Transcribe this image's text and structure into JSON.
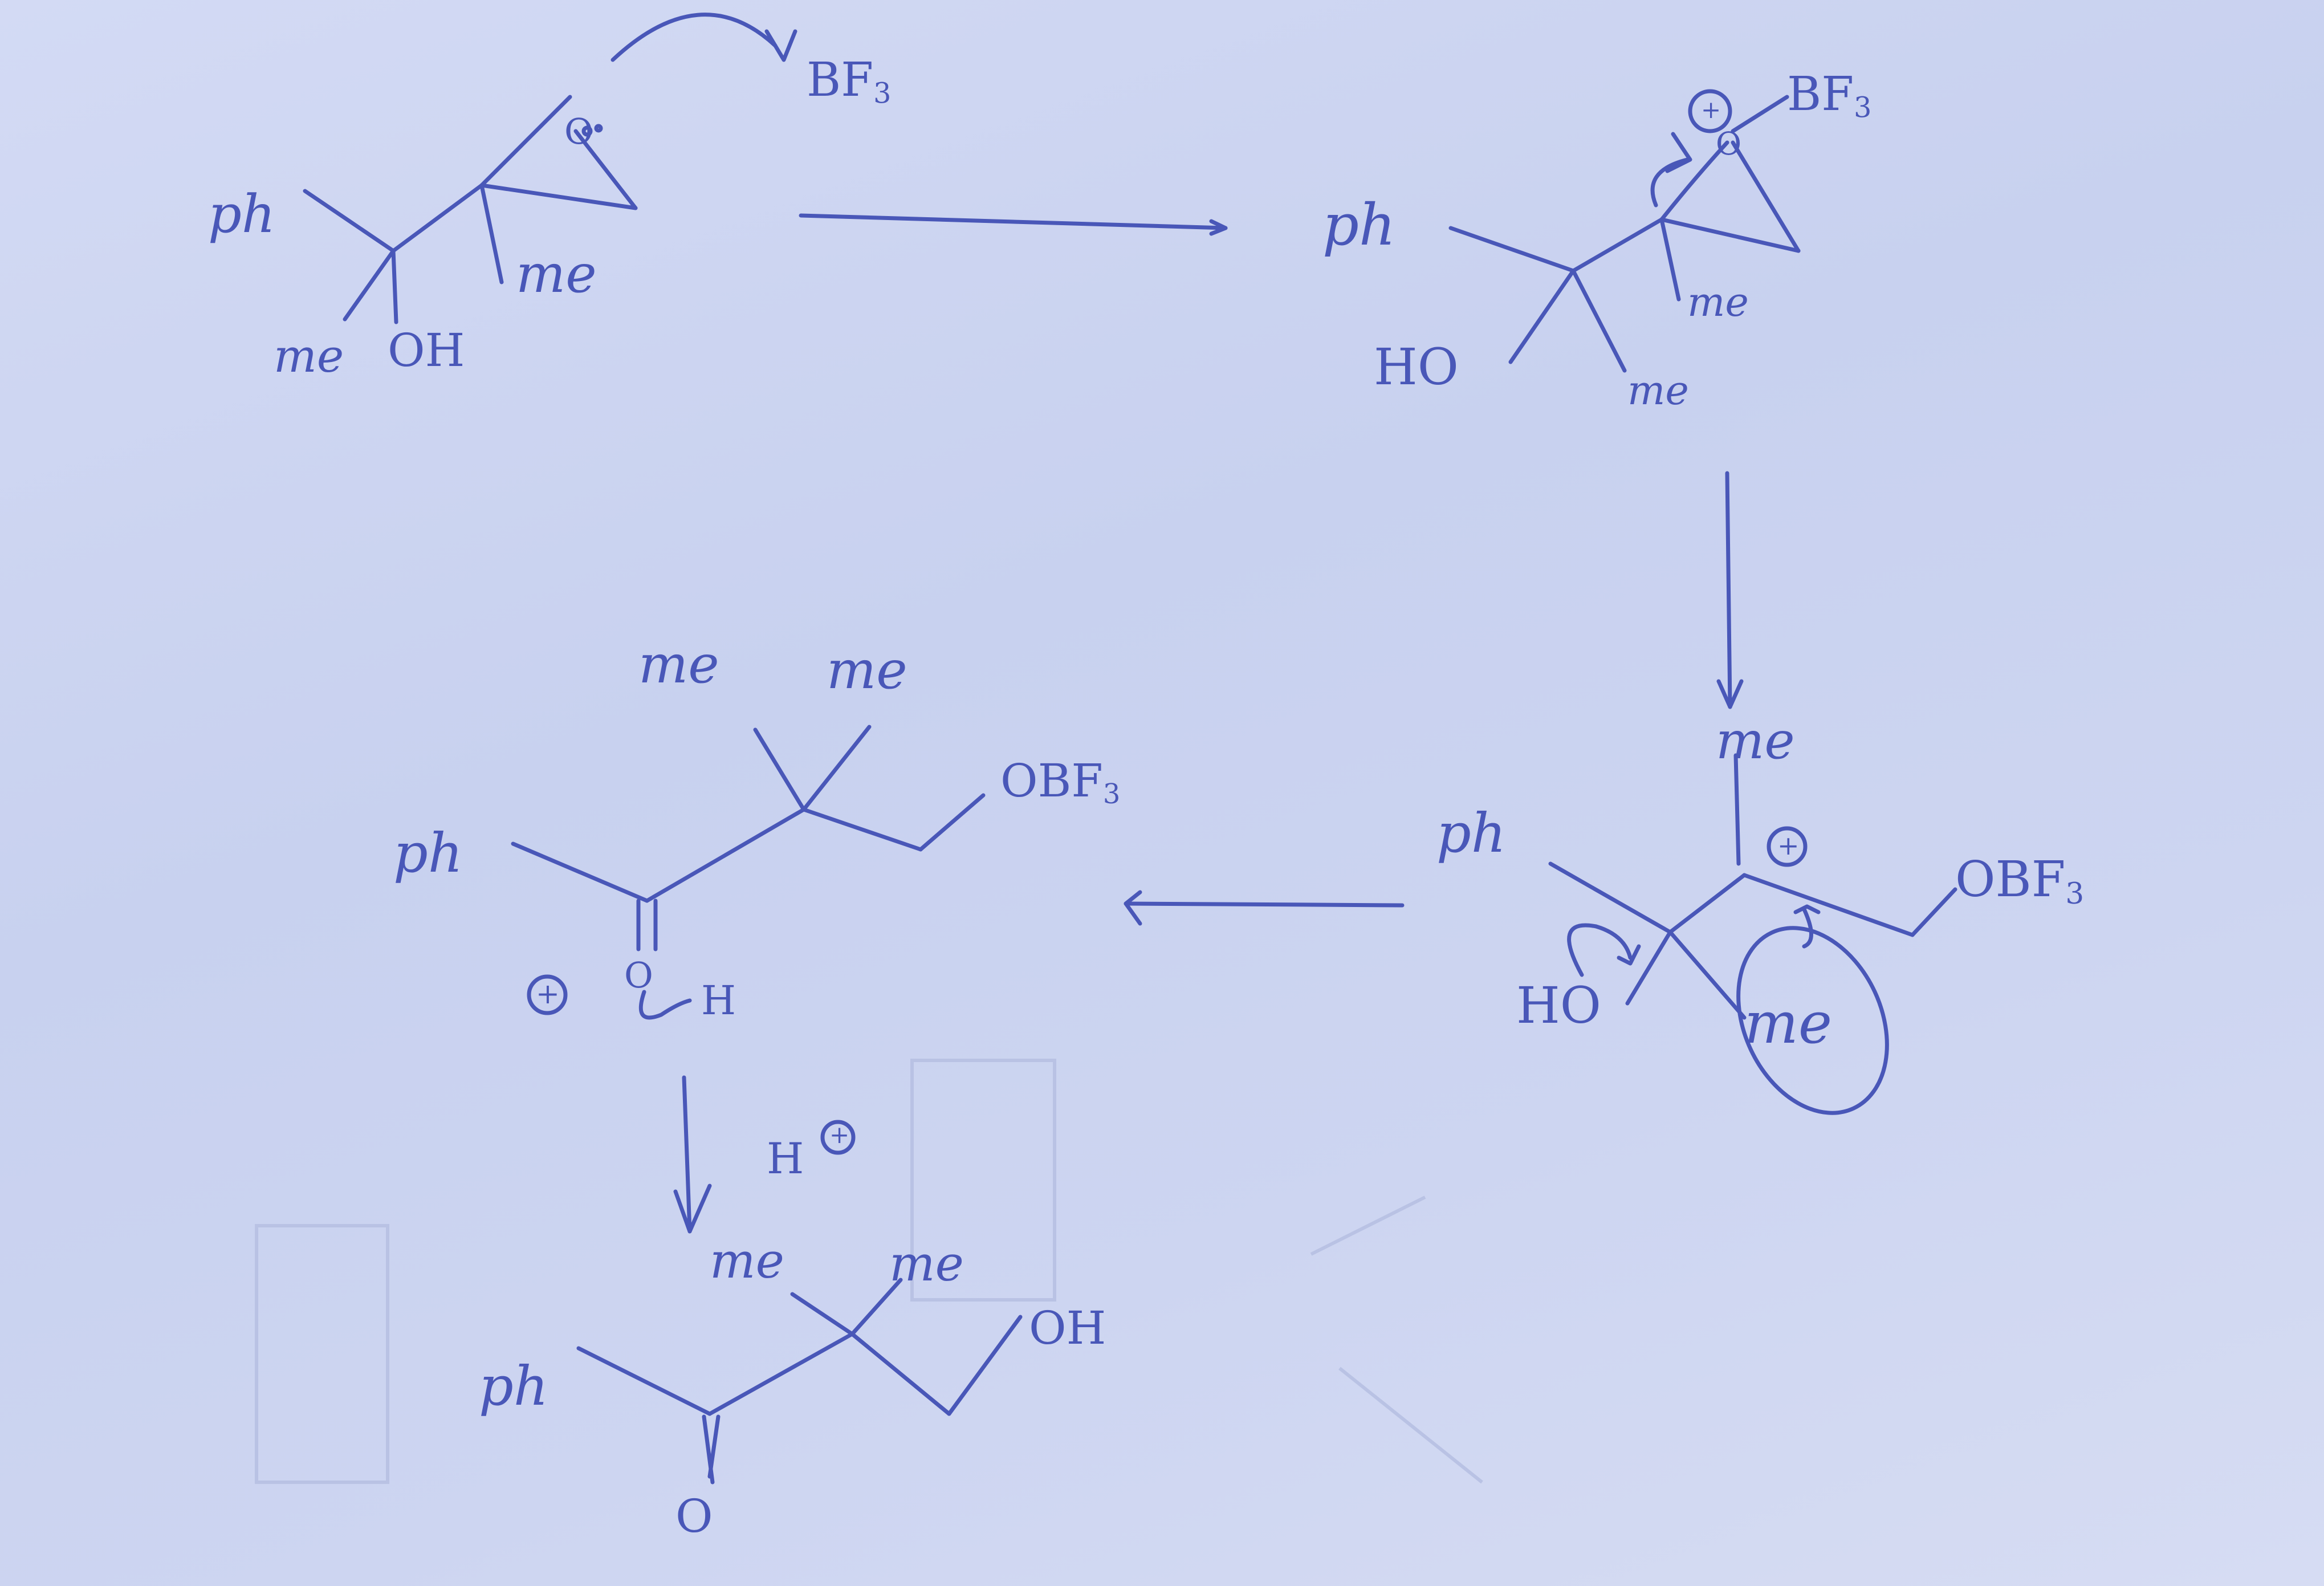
{
  "diagram": {
    "title": "BF3-catalysed epoxide opening / pinacol-type methyl shift mechanism",
    "ink_color": "#4957b8",
    "paper_color": "#c9d2f0",
    "steps": [
      {
        "id": "step1",
        "description": "Starting epoxy alcohol; epoxide oxygen lone pair attacks BF3",
        "labels": {
          "ph": "ph",
          "me_1": "me",
          "me_2": "me",
          "oh": "OH",
          "o": "O",
          "reagent": "BF3"
        }
      },
      {
        "id": "step2",
        "description": "Oxonium-BF3 complex; epoxide C-O bond breaks",
        "labels": {
          "ph": "ph",
          "ho": "HO",
          "me_1": "me",
          "me_2": "me",
          "o": "O",
          "charge": "+",
          "reagent": "BF3"
        }
      },
      {
        "id": "step3",
        "description": "Tertiary carbocation; 1,2-methyl shift (circled me) with OH lone pair assistance",
        "labels": {
          "ph": "ph",
          "ho": "HO",
          "me_top": "me",
          "me_circled": "me",
          "charge": "+",
          "obf3": "OBF3"
        }
      },
      {
        "id": "step4",
        "description": "Protonated ketone (oxocarbenium) after methyl migration",
        "labels": {
          "ph": "ph",
          "me_1": "me",
          "me_2": "me",
          "obf3": "OBF3",
          "o": "O",
          "h": "H",
          "charge": "+"
        }
      },
      {
        "id": "step5",
        "description": "Final hydroxy ketone product",
        "reagent_label": "H+",
        "labels": {
          "ph": "ph",
          "me_1": "me",
          "me_2": "me",
          "oh": "OH",
          "o": "O"
        }
      }
    ],
    "arrows": [
      {
        "from": "step1",
        "to": "step2",
        "direction": "right"
      },
      {
        "from": "step2",
        "to": "step3",
        "direction": "down"
      },
      {
        "from": "step3",
        "to": "step4",
        "direction": "left"
      },
      {
        "from": "step4",
        "to": "step5",
        "direction": "down",
        "label": "H+"
      }
    ]
  },
  "text": {
    "s1_ph": "ph",
    "s1_me_a": "me",
    "s1_me_b": "me",
    "s1_oh": "OH",
    "s1_o": "O",
    "s1_bf3": "BF3",
    "s2_ph": "ph",
    "s2_ho": "HO",
    "s2_me_a": "me",
    "s2_me_b": "me",
    "s2_o": "O",
    "s2_plus": "+",
    "s2_bf3": "BF3",
    "s3_me_top": "me",
    "s3_ph": "ph",
    "s3_plus": "+",
    "s3_obf3": "OBF3",
    "s3_ho": "HO",
    "s3_me_circ": "me",
    "s4_me_a": "me",
    "s4_me_b": "me",
    "s4_ph": "ph",
    "s4_obf3": "OBF3",
    "s4_plus": "+",
    "s4_o": "O",
    "s4_h": "H",
    "arrow4_h": "H",
    "arrow4_plus": "+",
    "s5_me_a": "me",
    "s5_me_b": "me",
    "s5_ph": "ph",
    "s5_oh": "OH",
    "s5_o": "O"
  }
}
